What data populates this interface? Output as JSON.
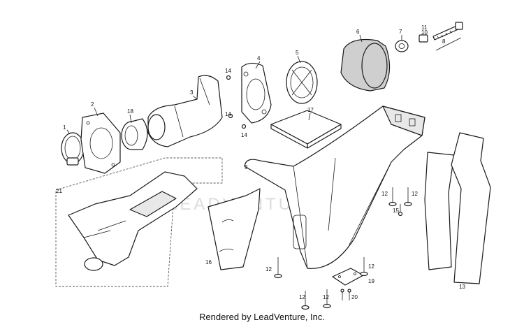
{
  "watermark": "LEADVENTURE",
  "footer": "Rendered by LeadVenture, Inc.",
  "callouts": [
    {
      "id": "c1",
      "label": "1"
    },
    {
      "id": "c2",
      "label": "2"
    },
    {
      "id": "c3",
      "label": "3"
    },
    {
      "id": "c4",
      "label": "4"
    },
    {
      "id": "c5",
      "label": "5"
    },
    {
      "id": "c6",
      "label": "6"
    },
    {
      "id": "c7",
      "label": "7"
    },
    {
      "id": "c8",
      "label": "8"
    },
    {
      "id": "c9",
      "label": "9"
    },
    {
      "id": "c10",
      "label": "10"
    },
    {
      "id": "c11",
      "label": "11"
    },
    {
      "id": "c12a",
      "label": "12"
    },
    {
      "id": "c12b",
      "label": "12"
    },
    {
      "id": "c12c",
      "label": "12"
    },
    {
      "id": "c12d",
      "label": "12"
    },
    {
      "id": "c12e",
      "label": "12"
    },
    {
      "id": "c12f",
      "label": "12"
    },
    {
      "id": "c13",
      "label": "13"
    },
    {
      "id": "c14a",
      "label": "14"
    },
    {
      "id": "c14b",
      "label": "14"
    },
    {
      "id": "c14c",
      "label": "14"
    },
    {
      "id": "c15",
      "label": "15"
    },
    {
      "id": "c16",
      "label": "16"
    },
    {
      "id": "c17",
      "label": "17"
    },
    {
      "id": "c18",
      "label": "18"
    },
    {
      "id": "c19",
      "label": "19"
    },
    {
      "id": "c20",
      "label": "20"
    },
    {
      "id": "c21",
      "label": "21"
    }
  ]
}
